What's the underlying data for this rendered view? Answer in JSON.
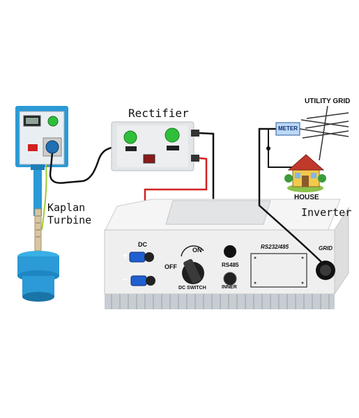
{
  "labels": {
    "rectifier": "Rectifier",
    "kaplan": "Kaplan",
    "turbine": "Turbine",
    "inverter": "Inverter",
    "utility_grid": "UTILITY GRID",
    "meter": "METER",
    "house": "HOUSE"
  },
  "inverter_panel": {
    "dc": "DC",
    "plus": "+",
    "minus": "−",
    "on": "ON",
    "off": "OFF",
    "dc_switch": "DC SWITCH",
    "rs485": "RS485",
    "rs232_485": "RS232/485",
    "grid": "GRID",
    "inner": "INNER"
  },
  "colors": {
    "panel_blue": "#2b9ad6",
    "wire_black": "#111111",
    "wire_red": "#d32020",
    "button_green": "#2fbf3a",
    "inverter_body": "#efefef"
  }
}
